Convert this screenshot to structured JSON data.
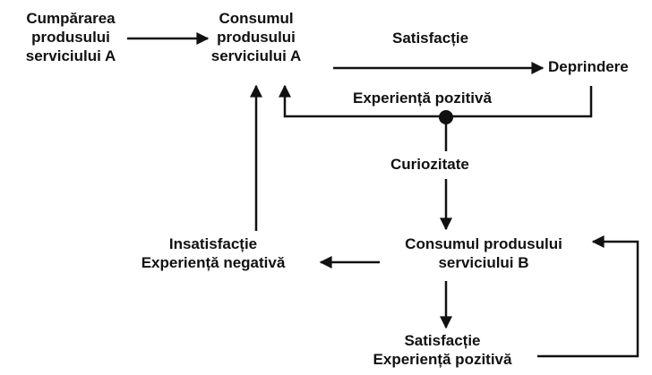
{
  "diagram": {
    "nodes": {
      "buy_a": [
        "Cumpărarea",
        "produsului",
        "serviciului A"
      ],
      "consume_a": [
        "Consumul",
        "produsului",
        "serviciului A"
      ],
      "satisfaction_top": "Satisfacție",
      "habit": "Deprindere",
      "positive_top": "Experiență pozitivă",
      "curiosity": "Curiozitate",
      "consume_b": [
        "Consumul produsului",
        "serviciului B"
      ],
      "dissatisfaction": [
        "Insatisfacție",
        "Experiență negativă"
      ],
      "satisfaction_bottom": [
        "Satisfacție",
        "Experiență pozitivă"
      ]
    },
    "colors": {
      "ink": "#111111",
      "background": "#ffffff"
    }
  }
}
